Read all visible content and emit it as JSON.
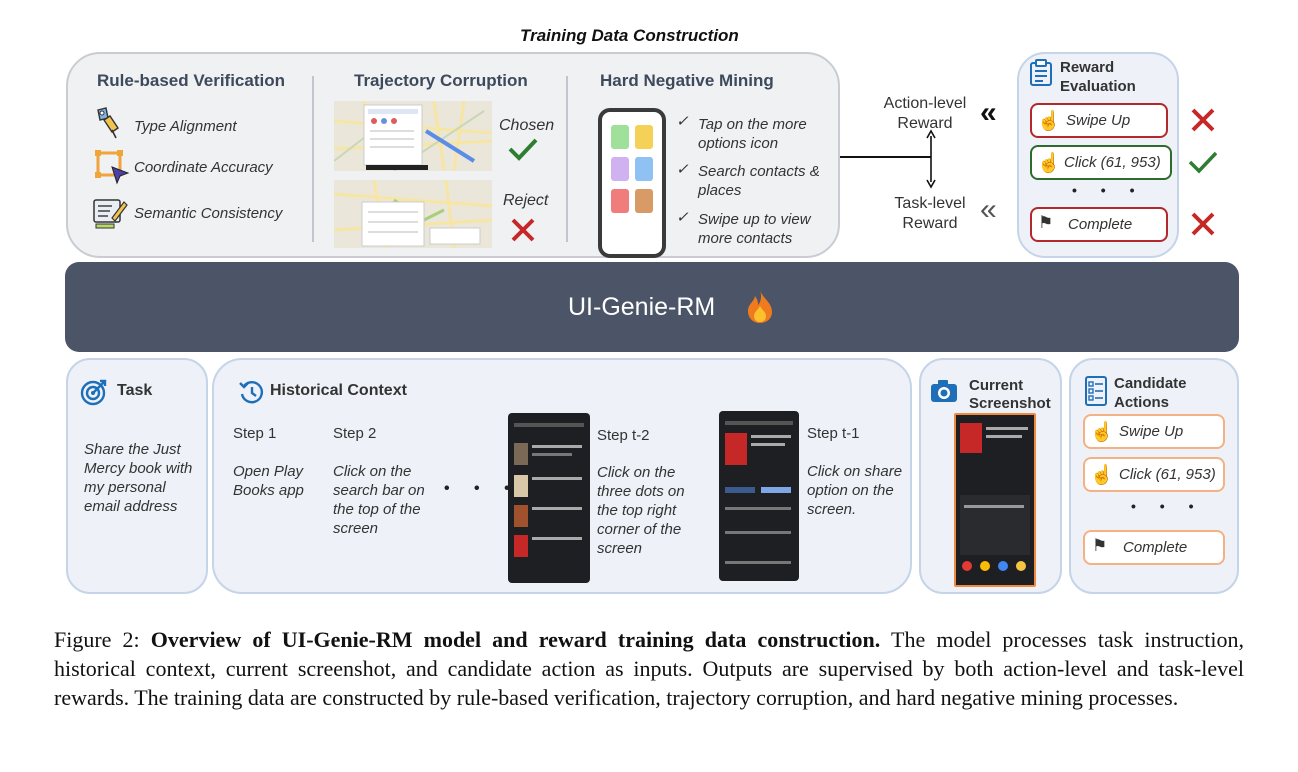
{
  "top_title": "Training Data Construction",
  "rule_based": {
    "title": "Rule-based Verification",
    "items": [
      "Type Alignment",
      "Coordinate Accuracy",
      "Semantic Consistency"
    ]
  },
  "trajectory": {
    "title": "Trajectory Corruption",
    "chosen": "Chosen",
    "reject": "Reject"
  },
  "hard_negative": {
    "title": "Hard Negative Mining",
    "items": [
      "Tap on the more options icon",
      "Search contacts & places",
      "Swipe up to view more contacts"
    ]
  },
  "reward_labels": {
    "action_level": "Action-level Reward",
    "task_level": "Task-level Reward"
  },
  "reward_eval": {
    "title": "Reward Evaluation",
    "actions": [
      "Swipe Up",
      "Click (61, 953)",
      "Complete"
    ],
    "dots": "• • •"
  },
  "model": {
    "name": "UI-Genie-RM"
  },
  "task": {
    "title": "Task",
    "text": "Share the Just Mercy book with my personal email address"
  },
  "history": {
    "title": "Historical Context",
    "steps": [
      {
        "label": "Step 1",
        "text": "Open Play Books app"
      },
      {
        "label": "Step 2",
        "text": "Click on the search bar on the top of the screen"
      },
      {
        "label": "Step t-2",
        "text": "Click on the three dots on the top right corner of the screen"
      },
      {
        "label": "Step t-1",
        "text": "Click on share option on the screen."
      }
    ],
    "dots": "• • •"
  },
  "current": {
    "title": "Current Screenshot"
  },
  "candidates": {
    "title": "Candidate Actions",
    "actions": [
      "Swipe Up",
      "Click (61, 953)",
      "Complete"
    ],
    "dots": "• • •"
  },
  "caption": {
    "label": "Figure 2:",
    "bold": "Overview of UI-Genie-RM model and reward training data construction.",
    "rest": "The model processes task instruction, historical context, current screenshot, and candidate action as inputs. Outputs are supervised by both action-level and task-level rewards. The training data are constructed by rule-based verification, trajectory corruption, and hard negative mining processes."
  },
  "colors": {
    "dark_bar": "#4a5568",
    "red": "#c62828",
    "green": "#2e7d32",
    "orange": "#f4b183",
    "blue_icon": "#1f6fb8"
  }
}
